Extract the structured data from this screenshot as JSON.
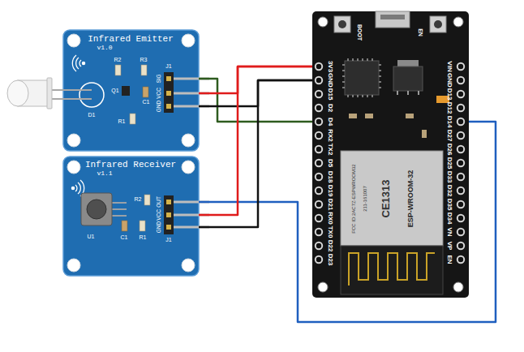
{
  "diagram": {
    "nodes": [
      {
        "text": [
          "Infrared Emitter",
          "v1.0"
        ]
      },
      {
        "text": [
          "Infrared Receiver",
          "v1.1"
        ]
      },
      {
        "text": [
          "ESP-WROOM-32"
        ]
      }
    ],
    "edges": [
      {
        "from": 0,
        "to": 2,
        "arrow": "none"
      },
      {
        "from": 0,
        "to": 2,
        "arrow": "none"
      },
      {
        "from": 0,
        "to": 2,
        "arrow": "none"
      },
      {
        "from": 1,
        "to": 2,
        "arrow": "none"
      },
      {
        "from": 1,
        "to": 2,
        "arrow": "none"
      },
      {
        "from": 1,
        "to": 2,
        "arrow": "none"
      }
    ],
    "labels": [
      "R2",
      "R3",
      "Q1",
      "C1",
      "R1",
      "D1",
      "J1",
      "SIG",
      "VCC",
      "GND",
      "R2",
      "C1",
      "R1",
      "U1",
      "J1",
      "OUT",
      "VCC",
      "GND",
      "BOOT",
      "EN",
      "3V3",
      "GND",
      "D15",
      "D2",
      "D4",
      "RX2",
      "TX2",
      "D5",
      "D18",
      "D19",
      "D21",
      "RX0",
      "TX0",
      "D22",
      "D23",
      "VIN",
      "GND",
      "D13",
      "D12",
      "D14",
      "D27",
      "D26",
      "D25",
      "D33",
      "D32",
      "D35",
      "D34",
      "VN",
      "VP",
      "EN",
      "FCC ID:2AC7Z-ESPWROOM32",
      "211-161007",
      "CE1313"
    ]
  }
}
